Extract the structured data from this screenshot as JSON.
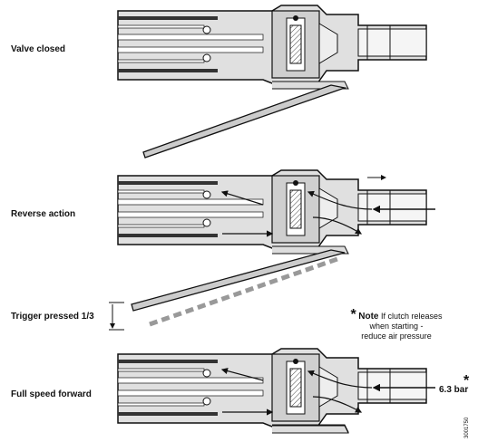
{
  "labels": {
    "valve_closed": "Valve closed",
    "reverse_action": "Reverse action",
    "trigger_pressed": "Trigger pressed 1/3",
    "full_speed_forward": "Full speed forward"
  },
  "note": {
    "star": "*",
    "title": "Note",
    "line1": "If clutch releases",
    "line2": "when starting -",
    "line3": "reduce air pressure"
  },
  "pressure": {
    "star": "*",
    "value": "6.3 bar"
  },
  "doc_id": "3001750"
}
